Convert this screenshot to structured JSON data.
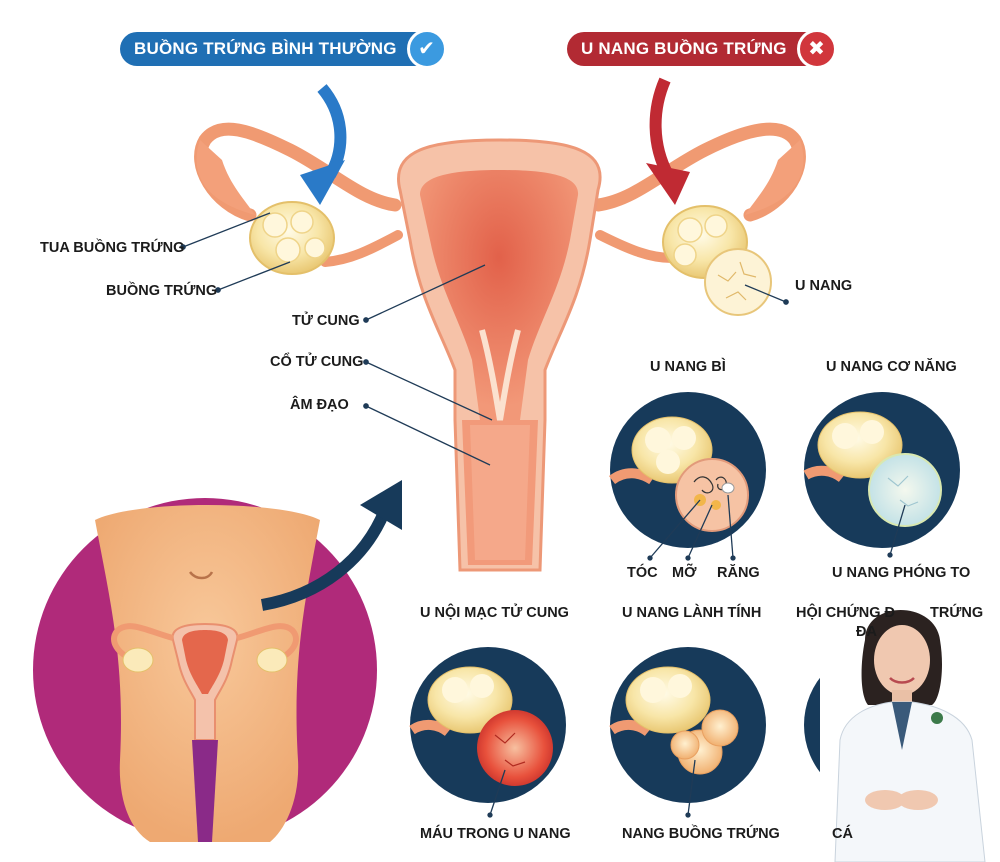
{
  "header": {
    "normal_label": "BUỒNG TRỨNG BÌNH THƯỜNG",
    "cyst_label": "U NANG BUỒNG TRỨNG",
    "normal_icon": "check-icon",
    "cyst_icon": "x-icon"
  },
  "anatomy_labels": {
    "fimbriae": "TUA BUỒNG TRỨNG",
    "ovary": "BUỒNG TRỨNG",
    "uterus": "TỬ CUNG",
    "cervix": "CỔ TỬ CUNG",
    "vagina": "ÂM ĐẠO",
    "cyst": "U NANG"
  },
  "cyst_types": [
    {
      "title": "U NANG BÌ",
      "caption": "",
      "parts": [
        "TÓC",
        "MỠ",
        "RĂNG"
      ]
    },
    {
      "title": "U NANG CƠ NĂNG",
      "caption": "U NANG PHÓNG TO",
      "parts": []
    },
    {
      "title": "U NỘI MẠC TỬ CUNG",
      "caption": "MÁU TRONG U NANG",
      "parts": []
    },
    {
      "title": "U NANG LÀNH TÍNH",
      "caption": "NANG BUỒNG TRỨNG",
      "parts": []
    },
    {
      "title_line1": "HỘI CHỨNG Đ",
      "title_line1_end": "TRỨNG",
      "title_line2": "ĐA",
      "caption_visible": "CÁ"
    }
  ],
  "colors": {
    "blue_pill": "#1f6fb4",
    "red_pill": "#b22a33",
    "circle_bg": "#173a5a",
    "ovary_yellow": "#f7e2a0",
    "uterus": "#f08a6a",
    "body_skin": "#f3b98a",
    "magenta": "#b02a7a"
  }
}
